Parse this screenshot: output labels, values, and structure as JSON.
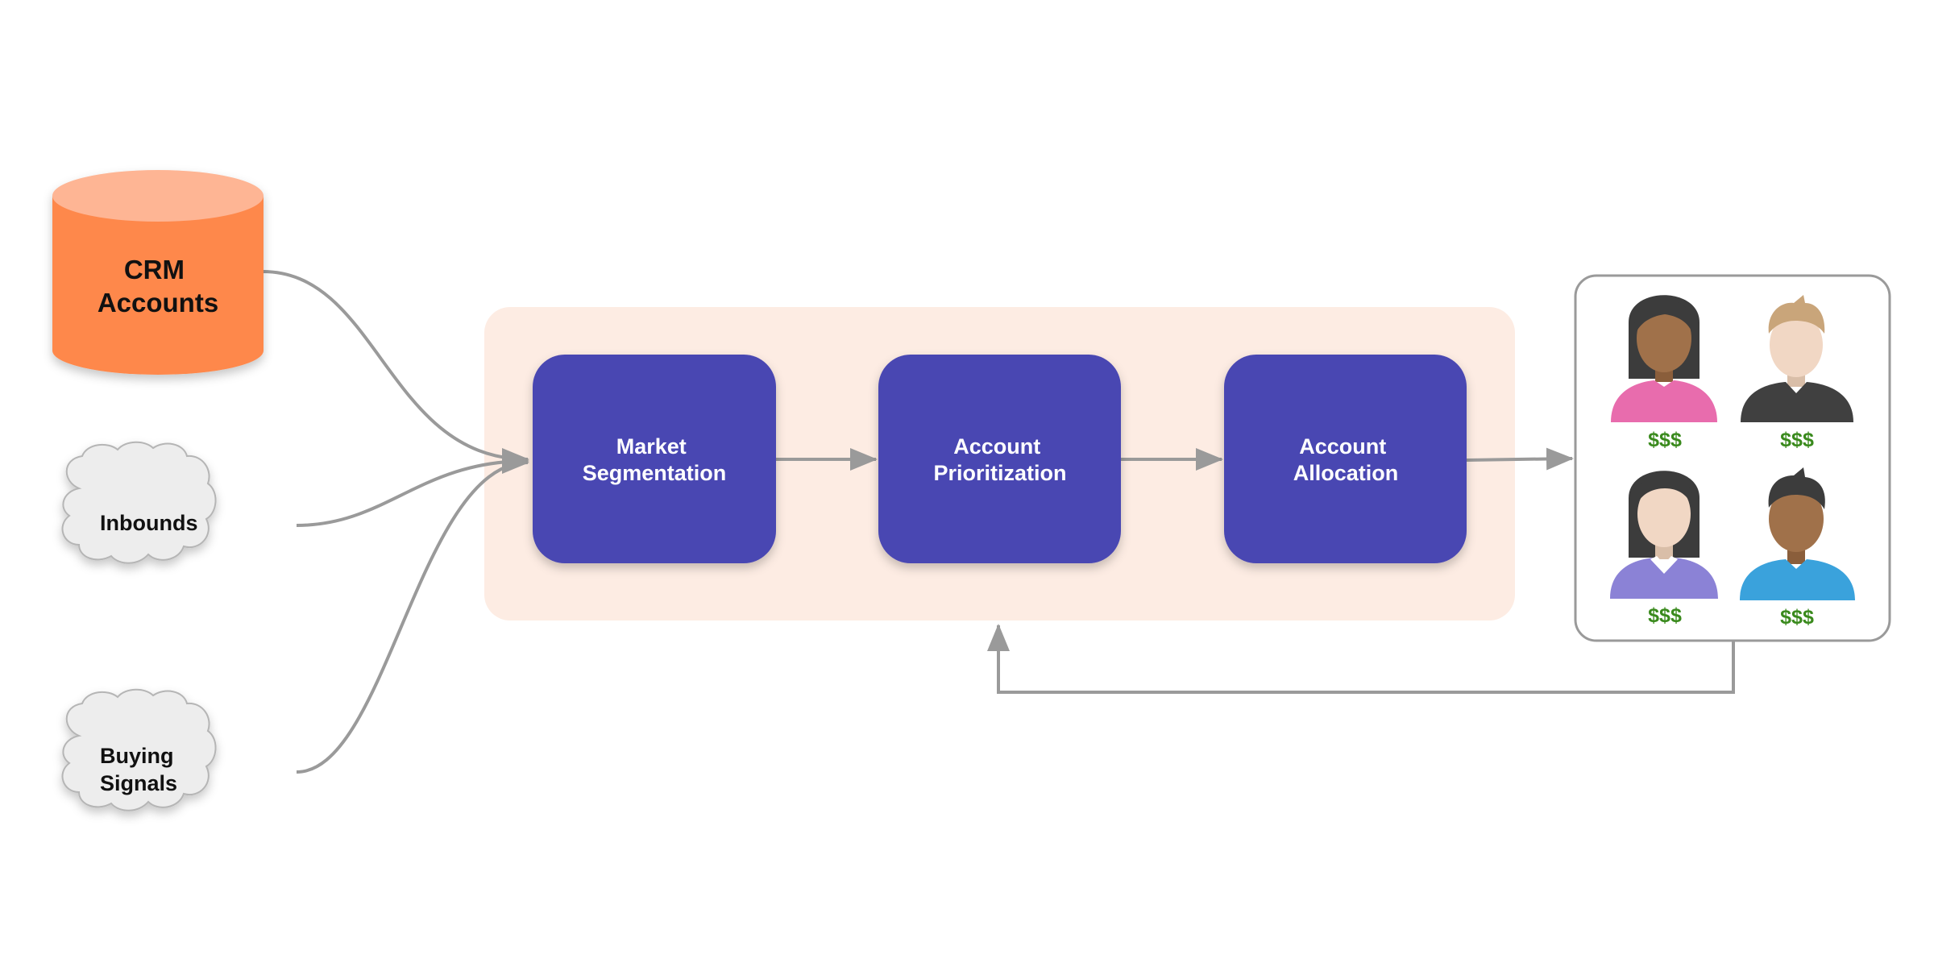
{
  "sources": {
    "crm": {
      "line1": "CRM",
      "line2": "Accounts"
    },
    "inbounds": {
      "label": "Inbounds"
    },
    "buying_signals": {
      "line1": "Buying",
      "line2": "Signals"
    }
  },
  "stages": [
    {
      "line1": "Market",
      "line2": "Segmentation"
    },
    {
      "line1": "Account",
      "line2": "Prioritization"
    },
    {
      "line1": "Account",
      "line2": "Allocation"
    }
  ],
  "reps": [
    {
      "value_label": "$$$",
      "shirt_color": "#e86cad",
      "skin_color": "#a0714a",
      "hair_color": "#3c3c3c"
    },
    {
      "value_label": "$$$",
      "shirt_color": "#404040",
      "skin_color": "#f1d7c4",
      "hair_color": "#c9a57a"
    },
    {
      "value_label": "$$$",
      "shirt_color": "#8b82d6",
      "skin_color": "#f1d7c4",
      "hair_color": "#3c3c3c"
    },
    {
      "value_label": "$$$",
      "shirt_color": "#3aa2dc",
      "skin_color": "#a0714a",
      "hair_color": "#3c3c3c"
    }
  ],
  "colors": {
    "crm_body": "#fe884c",
    "crm_top": "#feb594",
    "cloud_fill": "#ededed",
    "cloud_stroke": "#b5b5b5",
    "stage_fill": "#4a47b2",
    "stage_text": "#ffffff",
    "pipeline_bg": "#fdece3",
    "connector": "#9a9a9a",
    "money": "#3a8a1d",
    "reps_border": "#9a9a9a"
  }
}
